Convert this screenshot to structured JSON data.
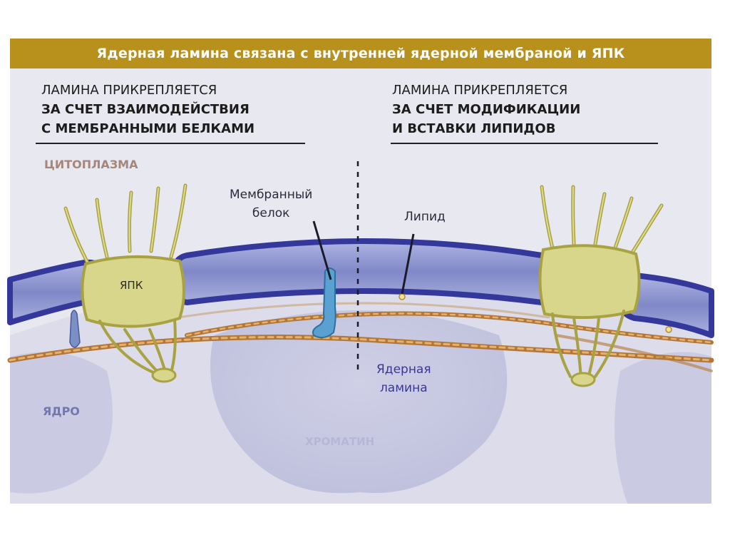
{
  "title": "Ядерная ламина связана с внутренней ядерной мембраной и ЯПК",
  "left_heading": {
    "line1": "ЛАМИНА ПРИКРЕПЛЯЕТСЯ",
    "line2": "ЗА СЧЕТ ВЗАИМОДЕЙСТВИЯ",
    "line3": "С МЕМБРАННЫМИ БЕЛКАМИ"
  },
  "right_heading": {
    "line1": "ЛАМИНА ПРИКРЕПЛЯЕТСЯ",
    "line2": "ЗА СЧЕТ МОДИФИКАЦИИ",
    "line3": "И ВСТАВКИ ЛИПИДОВ"
  },
  "regions": {
    "cytoplasm": "ЦИТОПЛАЗМА",
    "nucleus": "ЯДРО",
    "chromatin": "ХРОМАТИН"
  },
  "labels": {
    "npc": "ЯПК",
    "membrane_protein_line1": "Мембранный",
    "membrane_protein_line2": "белок",
    "lipid": "Липид",
    "lamina_line1": "Ядерная",
    "lamina_line2": "ламина"
  },
  "colors": {
    "banner": "#b8901c",
    "background": "#e7e7f0",
    "membrane": "#34389b",
    "membrane_fill": "#8d94cf",
    "npc": "#d8d68a",
    "lamina": "#b87a3a",
    "protein": "#5aa0d0"
  }
}
